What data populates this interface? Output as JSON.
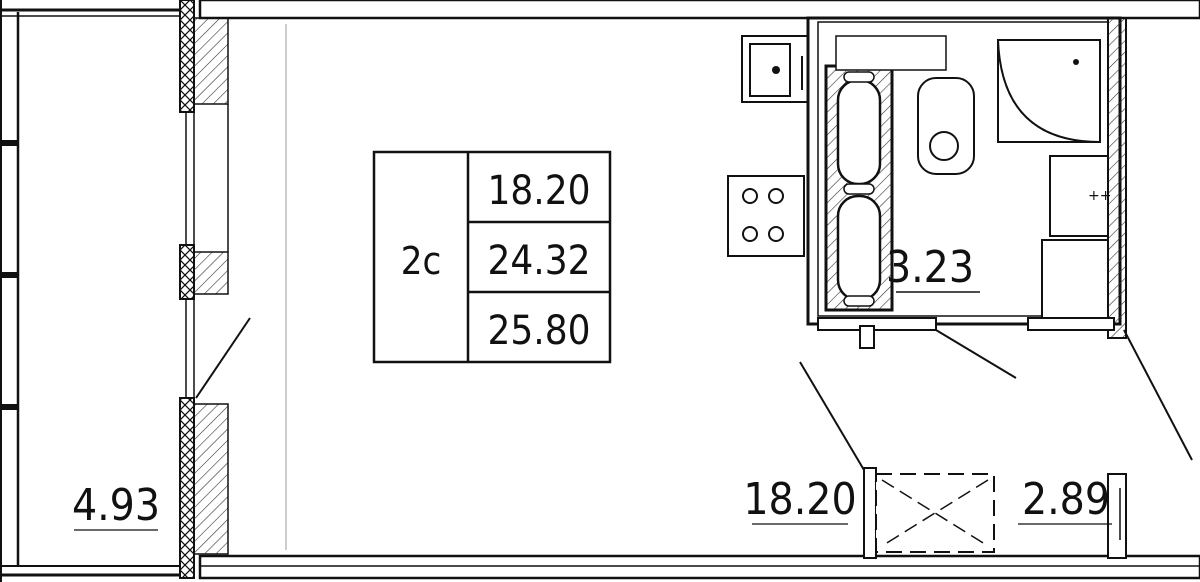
{
  "plan": {
    "apartment_type": "2с",
    "areas": {
      "living": "18.20",
      "total_without_balcony": "24.32",
      "total_with_balcony": "25.80"
    },
    "rooms": {
      "balcony_area": "4.93",
      "room_area": "18.20",
      "bathroom_area": "3.23",
      "hallway_area": "2.89"
    }
  },
  "colors": {
    "ink": "#111111",
    "hatch": "#333333",
    "background": "#ffffff"
  }
}
